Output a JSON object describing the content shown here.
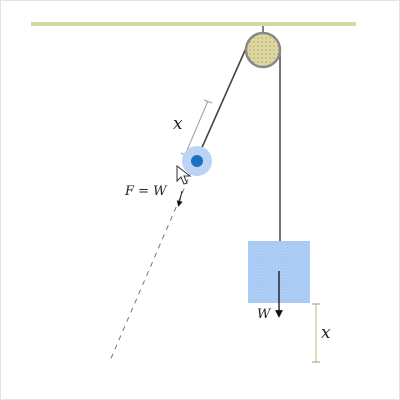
{
  "labels": {
    "rope_length_label": "x",
    "applied_force_label": "F = W",
    "weight_label": "W",
    "displacement_label": "x"
  },
  "colors": {
    "ceiling": "#d6d7a6",
    "pulley_fill": "#ded8a0",
    "pulley_rim": "#888888",
    "rope": "#444444",
    "rope_extension": "#777777",
    "handle_halo": "#bcd4f4",
    "handle_dot": "#1e6fc0",
    "block_fill": "#aecdf7",
    "measure_line": "#9b9b9b",
    "displacement_line": "#c8c480",
    "arrow": "#111111",
    "frame_border": "#e3e3e3"
  },
  "icons": {
    "pulley": "pulley-wheel-icon",
    "handle": "drag-handle-icon",
    "cursor": "mouse-cursor-icon"
  }
}
